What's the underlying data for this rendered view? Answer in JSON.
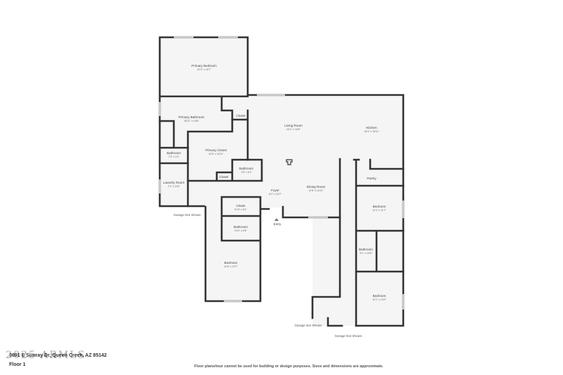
{
  "rooms": {
    "primary_bedroom": {
      "name": "Primary Bedroom",
      "dims": "22'0\" x 15'7\""
    },
    "primary_bathroom": {
      "name": "Primary Bathroom",
      "dims": "18'11\" x 10'8\""
    },
    "closet_top": {
      "name": "Closet"
    },
    "bathroom_small": {
      "name": "Bathroom",
      "dims": "7'3\" x 3'4\""
    },
    "primary_closet": {
      "name": "Primary Closet",
      "dims": "10'6\" x 15'11\""
    },
    "laundry_room": {
      "name": "Laundry Room",
      "dims": "7'2\" x 11'8\""
    },
    "closet_small": {
      "name": "Closet"
    },
    "bathroom_mid": {
      "name": "Bathroom",
      "dims": "7'8\" x 5'3\""
    },
    "living_room": {
      "name": "Living Room",
      "dims": "24'2\" x 16'8\""
    },
    "kitchen": {
      "name": "Kitchen",
      "dims": "16'4\" x 18'11\""
    },
    "foyer": {
      "name": "Foyer",
      "dims": "8'2\" x 15'2\""
    },
    "dining_room": {
      "name": "Dining Room",
      "dims": "12'8\" x 14'11\""
    },
    "pantry": {
      "name": "Pantry"
    },
    "closet_lower": {
      "name": "Closet",
      "dims": "9'10\" x 5'1\""
    },
    "bathroom_lower": {
      "name": "Bathroom",
      "dims": "9'10\" x 5'8\""
    },
    "bedroom_left": {
      "name": "Bedroom",
      "dims": "14'8\" x 24'7\""
    },
    "bedroom_right_top": {
      "name": "Bedroom",
      "dims": "12'1\" x 11'7\""
    },
    "bathroom_right": {
      "name": "Bathroom",
      "dims": "5'1\" x 10'5\""
    },
    "bedroom_right_bottom": {
      "name": "Bedroom",
      "dims": "12'1\" x 14'0\""
    },
    "entry": {
      "name": "Entry"
    }
  },
  "garage_labels": [
    "Garage Not Shown",
    "Garage Not Shown",
    "Garage Not Shown"
  ],
  "footer": {
    "address": "3691 E Sunray Dr, Queen Creek, AZ 85142",
    "floor": "Floor 1",
    "disclaimer": "Floor plans/tour cannot be used for building or design purposes. Sizes and dimensions are approximate.",
    "watermark": "2025 ARMLS"
  },
  "colors": {
    "wall": "#333333",
    "window": "#c8c8c8",
    "floor": "#f5f5f5"
  }
}
